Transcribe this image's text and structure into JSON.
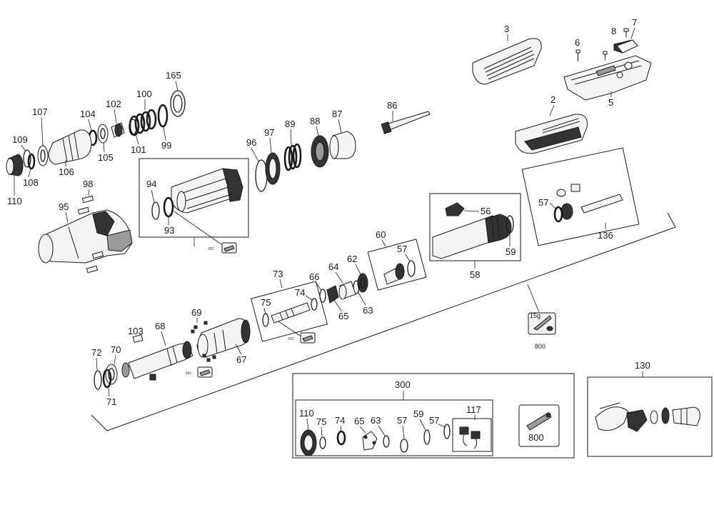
{
  "callouts": {
    "c3": "3",
    "c6": "6",
    "c7": "7",
    "c8": "8",
    "c2": "2",
    "c5": "5",
    "c86": "86",
    "c165": "165",
    "c100": "100",
    "c102": "102",
    "c104": "104",
    "c107": "107",
    "c109": "109",
    "c108": "108",
    "c110": "110",
    "c106": "106",
    "c105": "105",
    "c101": "101",
    "c99": "99",
    "c96": "96",
    "c97": "97",
    "c89": "89",
    "c88": "88",
    "c87": "87",
    "c94": "94",
    "c93": "93",
    "c98": "98",
    "c95": "95",
    "c56": "56",
    "c59": "59",
    "c58": "58",
    "c57": "57",
    "c136": "136",
    "c60": "60",
    "c57b": "57",
    "c62": "62",
    "c64": "64",
    "c66": "66",
    "c63": "63",
    "c65": "65",
    "c73": "73",
    "c74": "74",
    "c75": "75",
    "c69": "69",
    "c68": "68",
    "c103": "103",
    "c67": "67",
    "c72": "72",
    "c70": "70",
    "c71": "71",
    "c800": "800",
    "c300": "300",
    "c130": "130"
  },
  "kit_300": {
    "labels": [
      "110",
      "75",
      "74",
      "65",
      "63",
      "57",
      "59",
      "57",
      "117"
    ],
    "kit_800": "800"
  },
  "grease_tags": {
    "g1": "837",
    "g2": "837",
    "g3": "841",
    "g4": "15g"
  }
}
